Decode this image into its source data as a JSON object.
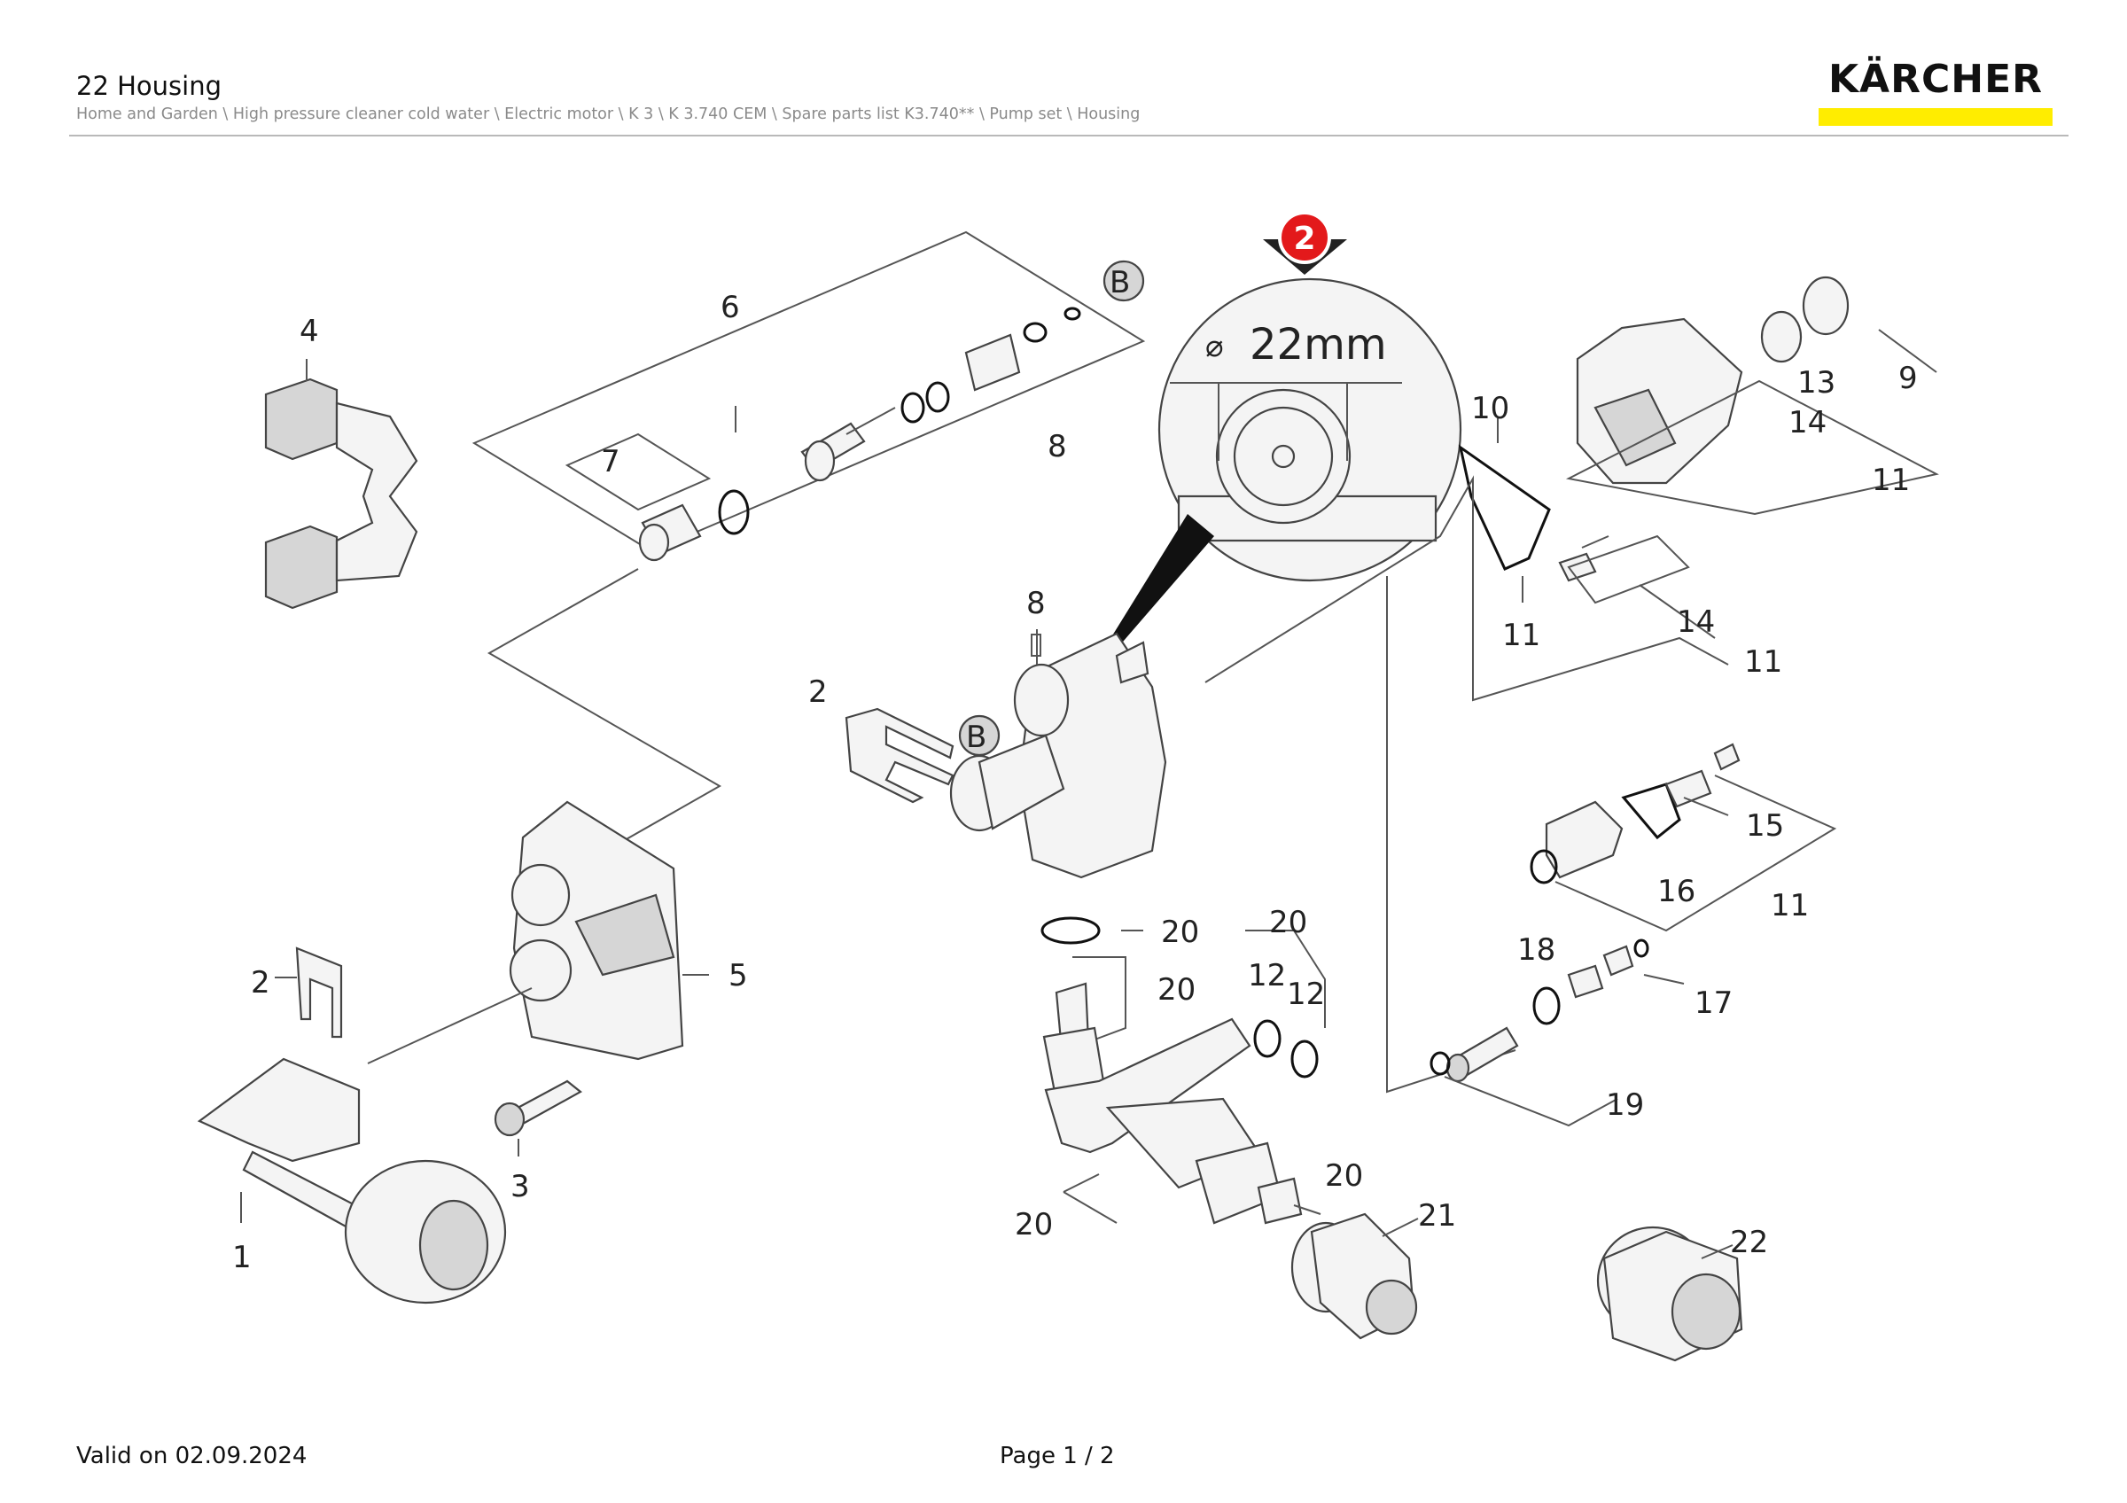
{
  "header": {
    "title": "22 Housing",
    "breadcrumb": "Home and Garden \\ High pressure cleaner cold water \\ Electric motor \\ K 3 \\ K 3.740 CEM \\ Spare parts list K3.740** \\ Pump set \\ Housing",
    "logo_text": "KÄRCHER",
    "logo_accent_color": "#ffed00"
  },
  "callout": {
    "badge": "2",
    "badge_color": "#e3191b",
    "dimension": "22mm",
    "diameter_symbol": "⌀"
  },
  "markers": {
    "b": "B"
  },
  "labels": {
    "l4": "4",
    "l6": "6",
    "l7": "7",
    "l8a": "8",
    "l8b": "8",
    "l2a": "2",
    "l2b": "2",
    "l5": "5",
    "l3": "3",
    "l1": "1",
    "l10": "10",
    "l9": "9",
    "l13": "13",
    "l14a": "14",
    "l11a": "11",
    "l11b": "11",
    "l14b": "14",
    "l11c": "11",
    "l15": "15",
    "l16": "16",
    "l11d": "11",
    "l20a": "20",
    "l20b": "20",
    "l20c": "20",
    "l12a": "12",
    "l12b": "12",
    "l18": "18",
    "l17": "17",
    "l19": "19",
    "l20d": "20",
    "l20e": "20",
    "l21": "21",
    "l22": "22"
  },
  "footer": {
    "valid": "Valid on 02.09.2024",
    "page": "Page 1 / 2"
  }
}
